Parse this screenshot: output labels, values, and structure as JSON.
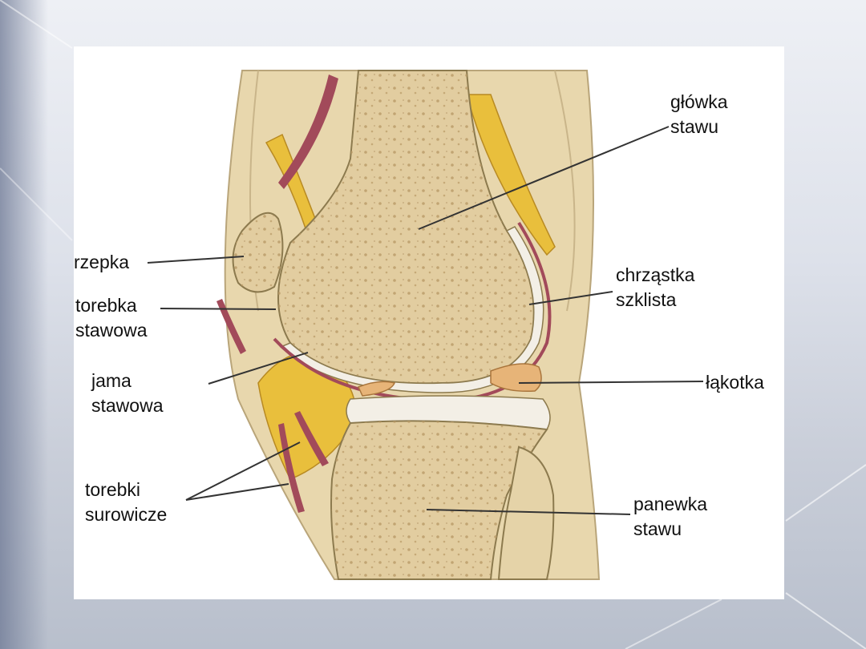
{
  "labels": {
    "glowka": [
      "główka",
      "stawu"
    ],
    "rzepka": [
      "rzepka"
    ],
    "chrzastka": [
      "chrząstka",
      "szklista"
    ],
    "torebka": [
      "torebka",
      "stawowa"
    ],
    "jama": [
      "jama",
      "stawowa"
    ],
    "lakotka": [
      "łąkotka"
    ],
    "torebki": [
      "torebki",
      "surowicze"
    ],
    "panewka": [
      "panewka",
      "stawu"
    ]
  },
  "colors": {
    "bone": "#e2cda0",
    "bone_dots": "#b99a66",
    "fat": "#e9bf3c",
    "synovial": "#a24a5a",
    "cartilage": "#f3efe6",
    "meniscus": "#e7b478",
    "muscle": "#e8d7ad",
    "leader": "#333333"
  }
}
